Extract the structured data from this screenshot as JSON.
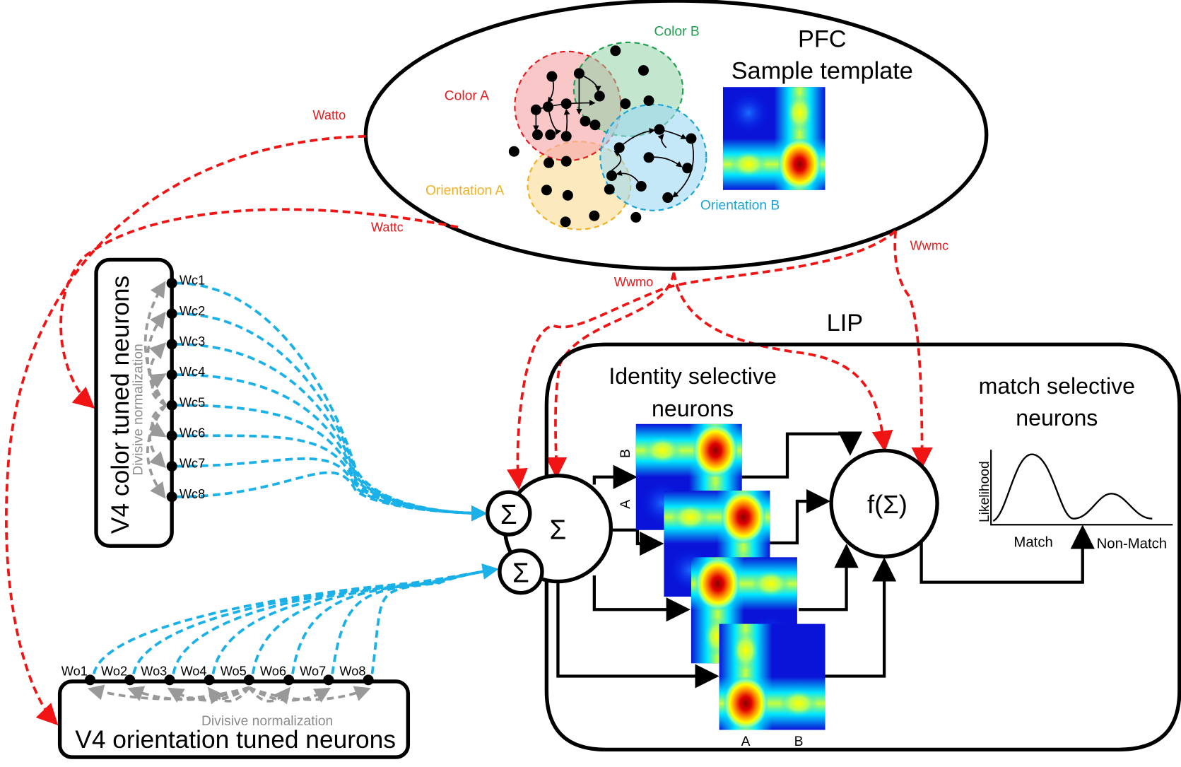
{
  "pfc": {
    "title": "PFC",
    "subtitle": "Sample template",
    "clusters": [
      {
        "label": "Color A",
        "color": "#e41a1c",
        "fill": "#f7b3b5"
      },
      {
        "label": "Color B",
        "color": "#1f9e4f",
        "fill": "#b9e3c9"
      },
      {
        "label": "Orientation A",
        "color": "#f0b020",
        "fill": "#fbe3a8"
      },
      {
        "label": "Orientation B",
        "color": "#1ba3d6",
        "fill": "#b0e0f4"
      }
    ]
  },
  "connections": {
    "watto": "Watto",
    "wattc": "Wattc",
    "wwmo": "Wwmo",
    "wwmc": "Wwmc"
  },
  "v4_color": {
    "title": "V4 color tuned neurons",
    "normalization": "Divisive normalization",
    "weights": [
      "Wc1",
      "Wc2",
      "Wc3",
      "Wc4",
      "Wc5",
      "Wc6",
      "Wc7",
      "Wc8"
    ]
  },
  "v4_orientation": {
    "title": "V4 orientation tuned neurons",
    "normalization": "Divisive normalization",
    "weights": [
      "Wo1",
      "Wo2",
      "Wo3",
      "Wo4",
      "Wo5",
      "Wo6",
      "Wo7",
      "Wo8"
    ]
  },
  "lip": {
    "title": "LIP",
    "identity_title_1": "Identity selective",
    "identity_title_2": "neurons",
    "match_title_1": "match selective",
    "match_title_2": "neurons",
    "sum_symbol": "Σ",
    "function_label": "f(Σ)",
    "axis_a": "A",
    "axis_b": "B",
    "likelihood_label": "Likelihood",
    "match_label": "Match",
    "nonmatch_label": "Non-Match"
  },
  "colors": {
    "attention_red": "#f01414",
    "feedforward_blue": "#1ab0e8",
    "normalization_gray": "#999999"
  }
}
